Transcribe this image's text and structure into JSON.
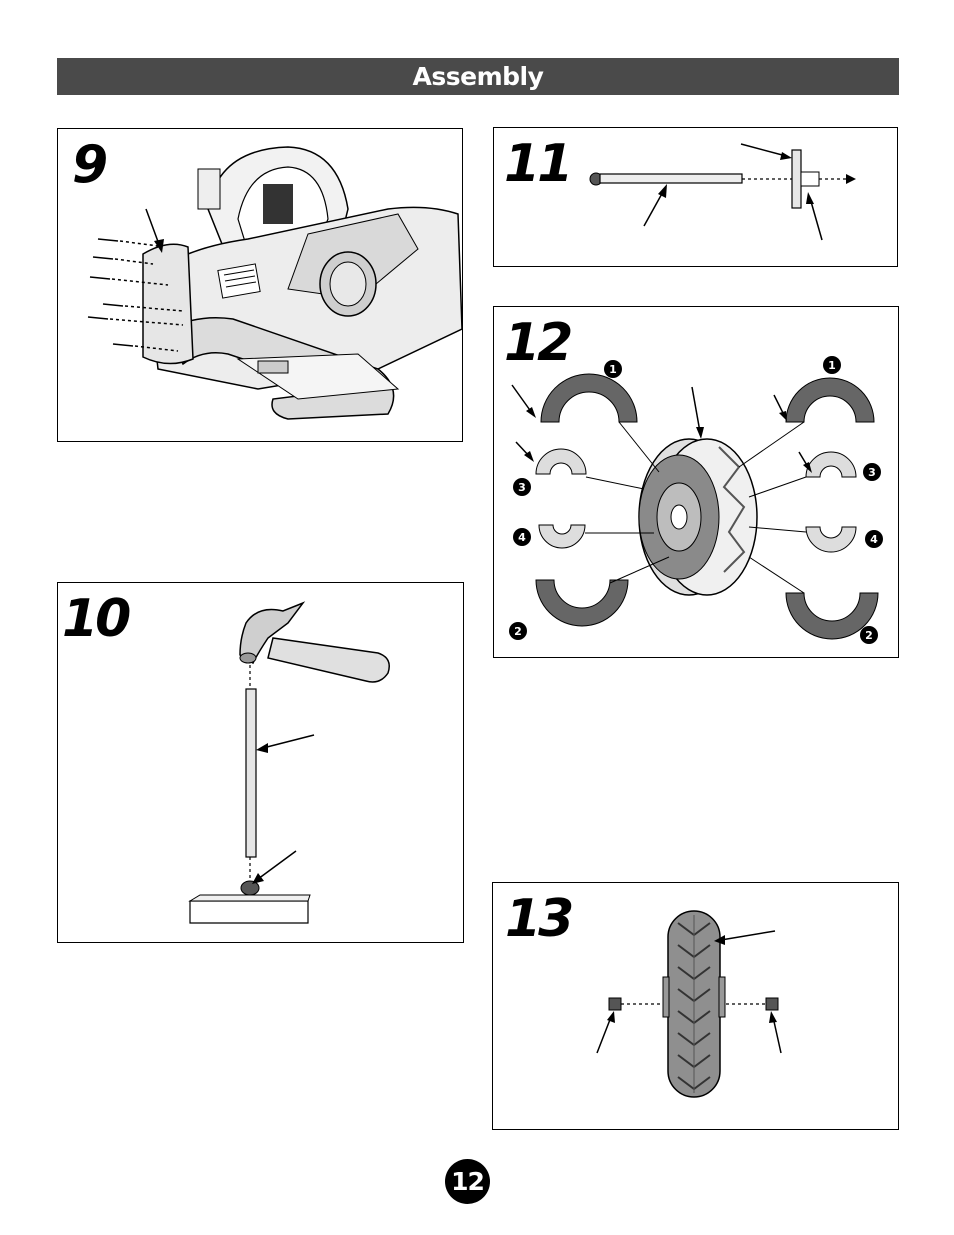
{
  "header": {
    "title": "Assembly"
  },
  "steps": {
    "s9": {
      "number": "9"
    },
    "s10": {
      "number": "10"
    },
    "s11": {
      "number": "11"
    },
    "s12": {
      "number": "12",
      "callouts": [
        "1",
        "1",
        "3",
        "3",
        "4",
        "4",
        "2",
        "2"
      ]
    },
    "s13": {
      "number": "13"
    }
  },
  "footer": {
    "page_number": "12"
  }
}
